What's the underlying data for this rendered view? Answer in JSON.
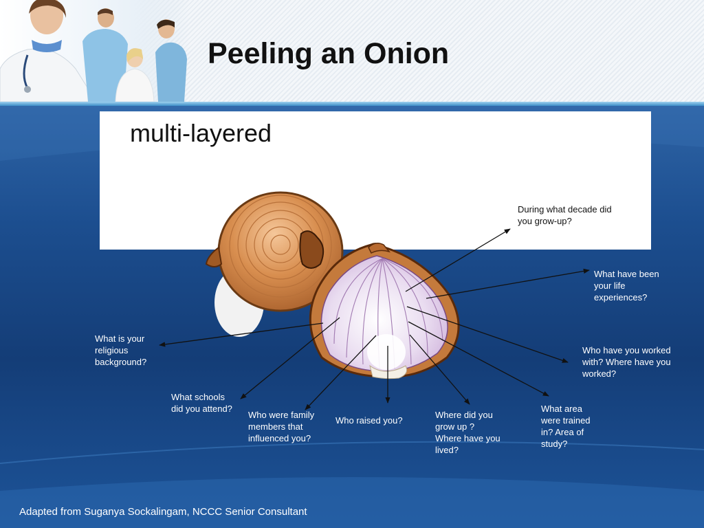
{
  "slide": {
    "title": "Peeling an Onion",
    "subtitle": "multi-layered",
    "footer": "Adapted from Suganya Sockalingam, NCCC Senior Consultant"
  },
  "questions": {
    "decade": "During what decade did you grow-up?",
    "life_experiences": "What have been your life experiences?",
    "worked_with": "Who have you worked with?  Where have you worked?",
    "area_trained": "What area were trained in?  Area of study?",
    "grow_up": "Where did you grow up ?  Where have you lived?",
    "raised": "Who raised you?",
    "family": "Who were  family members that influenced you?",
    "schools": "What schools did you attend?",
    "religious": "What is your religious background?"
  },
  "icons": {
    "header_photo": "medical-staff-photo-icon",
    "onion": "onion-halves-icon"
  },
  "colors": {
    "background_blue": "#1c4e8f",
    "accent_stripe": "#5aaee0",
    "onion_brown": "#c47a3c",
    "onion_purple": "#e6d5ec"
  }
}
